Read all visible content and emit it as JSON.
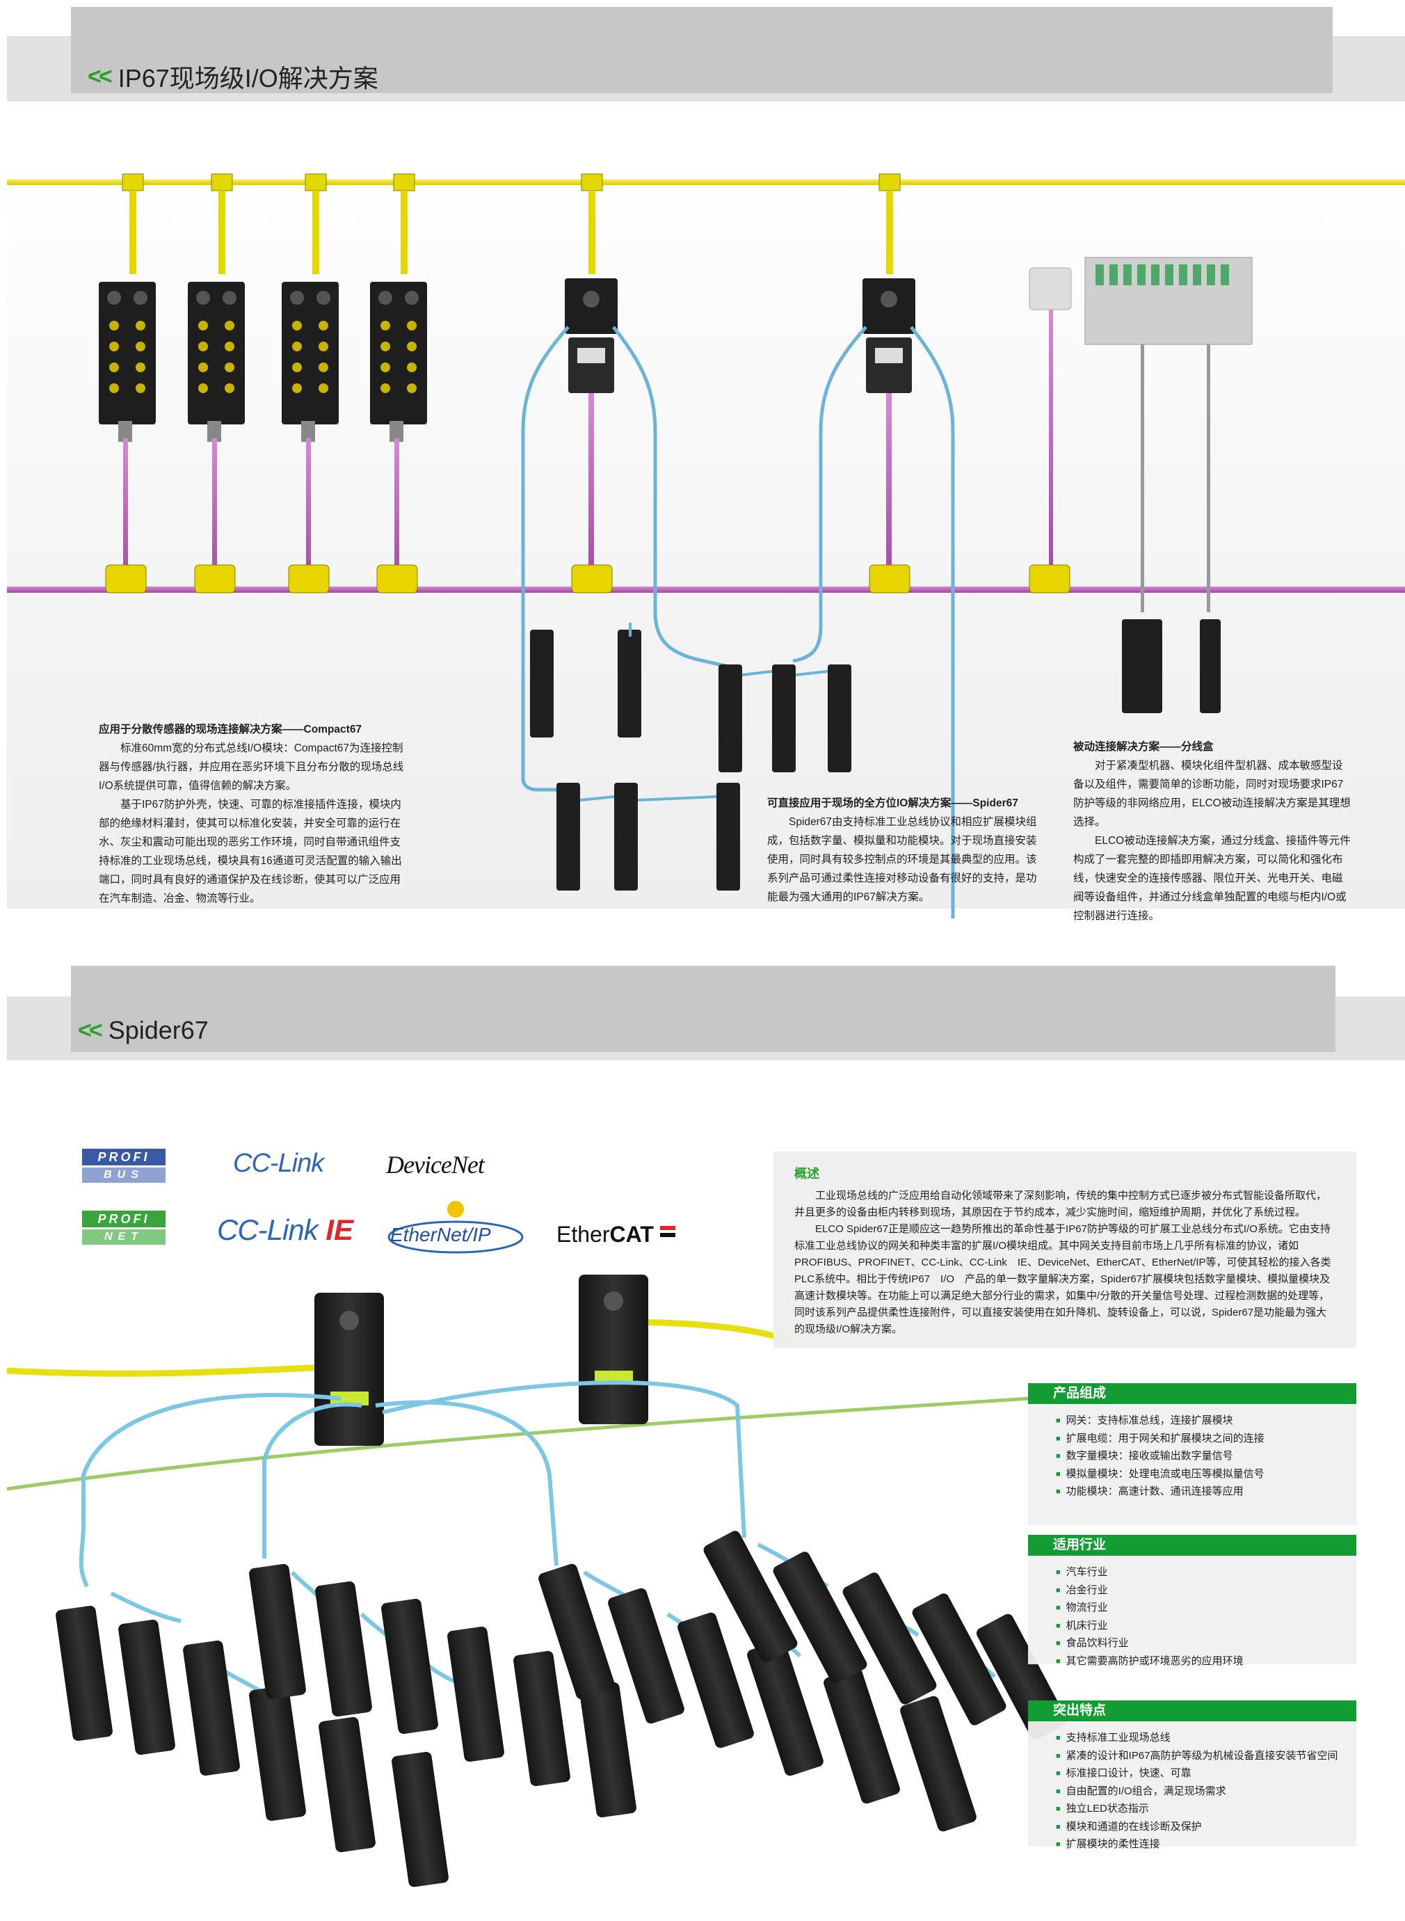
{
  "section1": {
    "chevron": "<<",
    "title": "IP67现场级I/O解决方案"
  },
  "compact": {
    "title": "应用于分散传感器的现场连接解决方案——Compact67",
    "paragraphs": [
      "标准60mm宽的分布式总线I/O模块：Compact67为连接控制器与传感器/执行器，并应用在恶劣环境下且分布分散的现场总线I/O系统提供可靠，值得信赖的解决方案。",
      "基于IP67防护外壳，快速、可靠的标准接插件连接，模块内部的绝缘材料灌封，使其可以标准化安装，并安全可靠的运行在水、灰尘和震动可能出现的恶劣工作环境，同时自带通讯组件支持标准的工业现场总线，模块具有16通道可灵活配置的输入输出端口，同时具有良好的通道保护及在线诊断，使其可以广泛应用在汽车制造、冶金、物流等行业。"
    ]
  },
  "spider_desc": {
    "title": "可直接应用于现场的全方位IO解决方案——Spider67",
    "paragraphs": [
      "Spider67由支持标准工业总线协议和相应扩展模块组成，包括数字量、模拟量和功能模块。对于现场直接安装使用，同时具有较多控制点的环境是其最典型的应用。该系列产品可通过柔性连接对移动设备有很好的支持，是功能最为强大通用的IP67解决方案。"
    ]
  },
  "passive": {
    "title": "被动连接解决方案——分线盒",
    "paragraphs": [
      "对于紧凑型机器、模块化组件型机器、成本敏感型设备以及组件，需要简单的诊断功能，同时对现场要求IP67防护等级的非网络应用，ELCO被动连接解决方案是其理想选择。",
      "ELCO被动连接解决方案，通过分线盒、接插件等元件构成了一套完整的即插即用解决方案，可以简化和强化布线，快速安全的连接传感器、限位开关、光电开关、电磁阀等设备组件，并通过分线盒单独配置的电缆与柜内I/O或控制器进行连接。"
    ]
  },
  "section2": {
    "chevron": "<<",
    "title": "Spider67"
  },
  "logos": {
    "profibus": [
      "PROFI",
      "BUS"
    ],
    "cclink": "CC-Link",
    "devicenet": "DeviceNet",
    "profinet": [
      "PROFI",
      "NET"
    ],
    "cclinkie_a": "CC-Link",
    "cclinkie_b": "IE",
    "ethernetip": "EtherNet/IP",
    "ethercat_a": "Ether",
    "ethercat_b": "CAT"
  },
  "overview": {
    "title": "概述",
    "paragraphs": [
      "工业现场总线的广泛应用给自动化领域带来了深刻影响，传统的集中控制方式已逐步被分布式智能设备所取代，并且更多的设备由柜内转移到现场，其原因在于节约成本，减少实施时间，缩短维护周期，并优化了系统过程。",
      "ELCO Spider67正是顺应这一趋势所推出的革命性基于IP67防护等级的可扩展工业总线分布式I/O系统。它由支持标准工业总线协议的网关和种类丰富的扩展I/O模块组成。其中网关支持目前市场上几乎所有标准的协议，诸如PROFIBUS、PROFINET、CC-Link、CC-Link　IE、DeviceNet、EtherCAT、EtherNet/IP等，可使其轻松的接入各类PLC系统中。相比于传统IP67　I/O　产品的单一数字量解决方案，Spider67扩展模块包括数字量模块、模拟量模块及高速计数模块等。在功能上可以满足绝大部分行业的需求，如集中/分散的开关量信号处理、过程检测数据的处理等，同时该系列产品提供柔性连接附件，可以直接安装使用在如升降机、旋转设备上，可以说，Spider67是功能最为强大的现场级I/O解决方案。"
    ]
  },
  "composition": {
    "title": "产品组成",
    "items": [
      "网关：支持标准总线，连接扩展模块",
      "扩展电缆：用于网关和扩展模块之间的连接",
      "数字量模块：接收或输出数字量信号",
      "模拟量模块：处理电流或电压等模拟量信号",
      "功能模块：高速计数、通讯连接等应用"
    ]
  },
  "industries": {
    "title": "适用行业",
    "items": [
      "汽车行业",
      "冶金行业",
      "物流行业",
      "机床行业",
      "食品饮料行业",
      "其它需要高防护或环境恶劣的应用环境"
    ]
  },
  "features": {
    "title": "突出特点",
    "items": [
      "支持标准工业现场总线",
      "紧凑的设计和IP67高防护等级为机械设备直接安装节省空间",
      "标准接口设计，快速、可靠",
      "自由配置的I/O组合，满足现场需求",
      "独立LED状态指示",
      "模块和通道的在线诊断及保护",
      "扩展模块的柔性连接"
    ]
  },
  "colors": {
    "accent_green": "#139c34",
    "chevron_green": "#2ca02c",
    "fieldbus_yellow": "#e8df10",
    "power_magenta": "#b55bb5",
    "expansion_blue": "#6ab4d8",
    "spider_cable_cyan": "#7cc7e4"
  }
}
